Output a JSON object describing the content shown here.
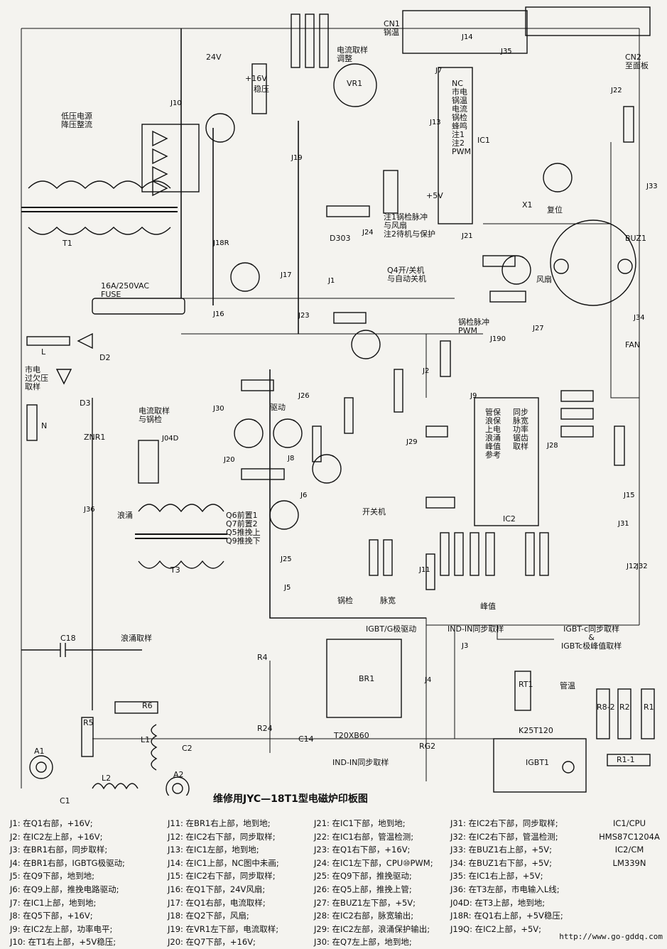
{
  "title": "维修用JYC—18T1型电磁炉印板图",
  "labels": {
    "lowvolt": "低压电源\n降压整流",
    "t1": "T1",
    "fuse": "16A/250VAC\nFUSE",
    "mains": "市电\n过欠压\n取样",
    "n": "N",
    "znr1": "ZNR1",
    "d2": "D2",
    "d3": "D3",
    "l": "L",
    "isample": "电流取样\n与锅检",
    "surge": "浪涌",
    "t3": "T3",
    "c18": "C18",
    "surge_sample": "浪涌取样",
    "br1": "BR1",
    "t20": "T20XB60",
    "r4": "R4",
    "r24": "R24",
    "c14": "C14",
    "r6": "R6",
    "r5": "R5",
    "l1": "L1",
    "c2": "C2",
    "a1": "A1",
    "a2": "A2",
    "l2": "L2",
    "c1": "C1",
    "ind_in": "IND-IN同步取样",
    "ind_in2": "IND-IN同步取样",
    "igbt_g": "IGBT/G极驱动",
    "igbt_c": "IGBT-c同步取样\n&\nIGBTc极峰值取样",
    "k25": "K25T120",
    "igbt1": "IGBT1",
    "rt1": "RT1",
    "pipe_temp": "管温",
    "rg2": "RG2",
    "r8_2": "R8-2",
    "r2": "R2",
    "r1": "R1",
    "r1_1": "R1-1",
    "cn1": "CN1\n锅温",
    "cn2": "CN2\n至面板",
    "vr1": "VR1",
    "isample_adj": "电流取样\n调整",
    "nc_note": "NC\n市电\n锅温\n电流\n锅检\n蜂鸣\n注1\n注2\nPWM",
    "ic1": "IC1",
    "note1": "注1锅检脉冲\n与风扇\n注2待机与保护",
    "q4_note": "Q4开/关机\n与自动关机",
    "buz1": "BUZ1",
    "fan_lbl": "风扇",
    "pot_pulse": "锅检脉冲\nPWM",
    "ic2_block": "管保\n浪保\n上电\n浪涌\n峰值\n参考",
    "ic2_block2": "同步\n脉宽\n功率\n锯齿\n取样",
    "ic2": "IC2",
    "q_note": "Q6前置1\nQ7前置2\nQ5推挽上\nQ9推挽下",
    "drive": "驱动",
    "onoff": "开关机",
    "peak": "峰值",
    "pot_chk": "锅检",
    "pwidth": "脉宽",
    "fan": "FAN",
    "reset": "复位",
    "x1": "X1",
    "d303": "D303",
    "j_labels": [
      "J10",
      "J18R",
      "J16",
      "J17",
      "J19",
      "J24",
      "J21",
      "J25",
      "J26",
      "J20",
      "J30",
      "J36",
      "J04D",
      "J3",
      "J4",
      "J5",
      "J6",
      "J8",
      "J9",
      "J12",
      "J15",
      "J31",
      "J32",
      "J33",
      "J34",
      "J35",
      "J22",
      "J13",
      "J23",
      "J27",
      "J28",
      "J29",
      "J190",
      "J11",
      "J2",
      "J1",
      "J7",
      "J14"
    ],
    "v16": "+16V",
    "v5": "+5V",
    "v24": "24V",
    "stab": "稳压"
  },
  "legend": {
    "col1": [
      "J1: 在Q1右部，+16V;",
      "J2: 在IC2左上部，+16V;",
      "J3: 在BR1右部，同步取样;",
      "J4: 在BR1右部，IGBTG极驱动;",
      "J5: 在Q9下部，地到地;",
      "J6: 在Q9上部，推挽电路驱动;",
      "J7: 在IC1上部，地到地;",
      "J8: 在Q5下部，+16V;",
      "J9: 在IC2左上部，功率电平;",
      "J10: 在T1右上部，+5V稳压;"
    ],
    "col2": [
      "J11: 在BR1右上部，地到地;",
      "J12: 在IC2右下部，同步取样;",
      "J13: 在IC1左部，地到地;",
      "J14: 在IC1上部，NC图中未画;",
      "J15: 在IC2右下部，同步取样;",
      "J16: 在Q1下部，24V风扇;",
      "J17: 在Q1右部，电流取样;",
      "J18: 在Q2下部，风扇;",
      "J19: 在VR1左下部，电流取样;",
      "J20: 在Q7下部，+16V;"
    ],
    "col3": [
      "J21: 在IC1下部，地到地;",
      "J22: 在IC1右部，管温检测;",
      "J23: 在Q1右下部，+16V;",
      "J24: 在IC1左下部，CPU⑩PWM;",
      "J25: 在Q9下部，推挽驱动;",
      "J26: 在Q5上部，推挽上管;",
      "J27: 在BUZ1左下部，+5V;",
      "J28: 在IC2右部，脉宽输出;",
      "J29: 在IC2左部，浪涌保护输出;",
      "J30: 在Q7左上部，地到地;"
    ],
    "col4": [
      "J31: 在IC2右下部，同步取样;",
      "J32: 在IC2右下部，管温检测;",
      "J33: 在BUZ1右上部，+5V;",
      "J34: 在BUZ1右下部，+5V;",
      "J35: 在IC1右上部，+5V;",
      "J36: 在T3左部，市电输入L线;",
      "J04D: 在T3上部，地到地;",
      "J18R: 在Q1右上部，+5V稳压;",
      "J19Q: 在IC2上部，+5V;"
    ],
    "ic_note": [
      "IC1/CPU",
      "HMS87C1204A",
      "IC2/CM",
      "LM339N"
    ]
  },
  "url": "http://www.go-gddq.com"
}
